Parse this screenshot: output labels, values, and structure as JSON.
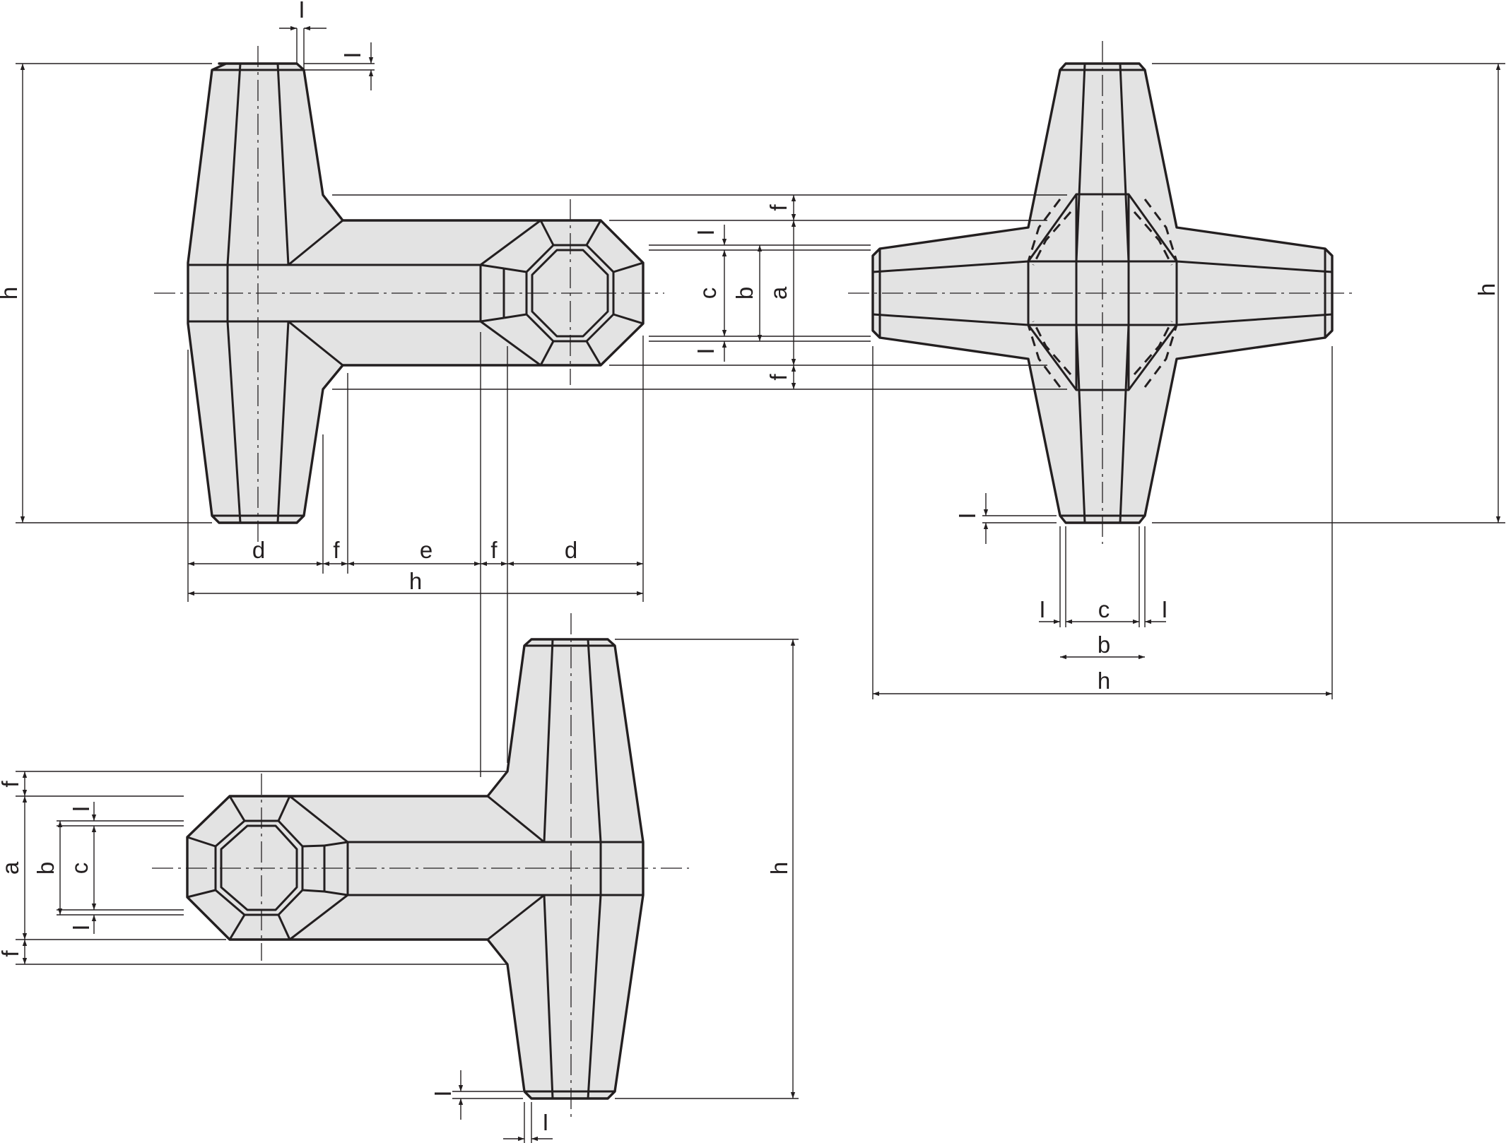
{
  "labels": {
    "a": "a",
    "b": "b",
    "c": "c",
    "d": "d",
    "e": "e",
    "f": "f",
    "h": "h",
    "i": "I"
  },
  "colors": {
    "line": "#231f20",
    "part_fill": "#e3e3e3",
    "background": "#ffffff"
  }
}
